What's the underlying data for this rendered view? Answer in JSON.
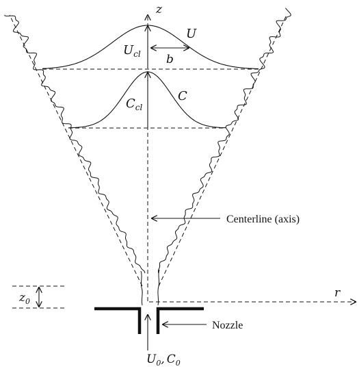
{
  "labels": {
    "z_axis": "z",
    "r_axis": "r",
    "velocity_profile": "U",
    "velocity_centerline_main": "U",
    "velocity_centerline_sub": "cl",
    "half_width": "b",
    "concentration_profile": "C",
    "concentration_centerline_main": "C",
    "concentration_centerline_sub": "cl",
    "centerline_caption": "Centerline (axis)",
    "nozzle_caption": "Nozzle",
    "z0_main": "z",
    "z0_sub": "0",
    "inlet_u_main": "U",
    "inlet_u_sub": "0",
    "inlet_sep": ",",
    "inlet_c_main": "C",
    "inlet_c_sub": "0"
  },
  "colors": {
    "ink": "#111111",
    "background": "#ffffff"
  }
}
